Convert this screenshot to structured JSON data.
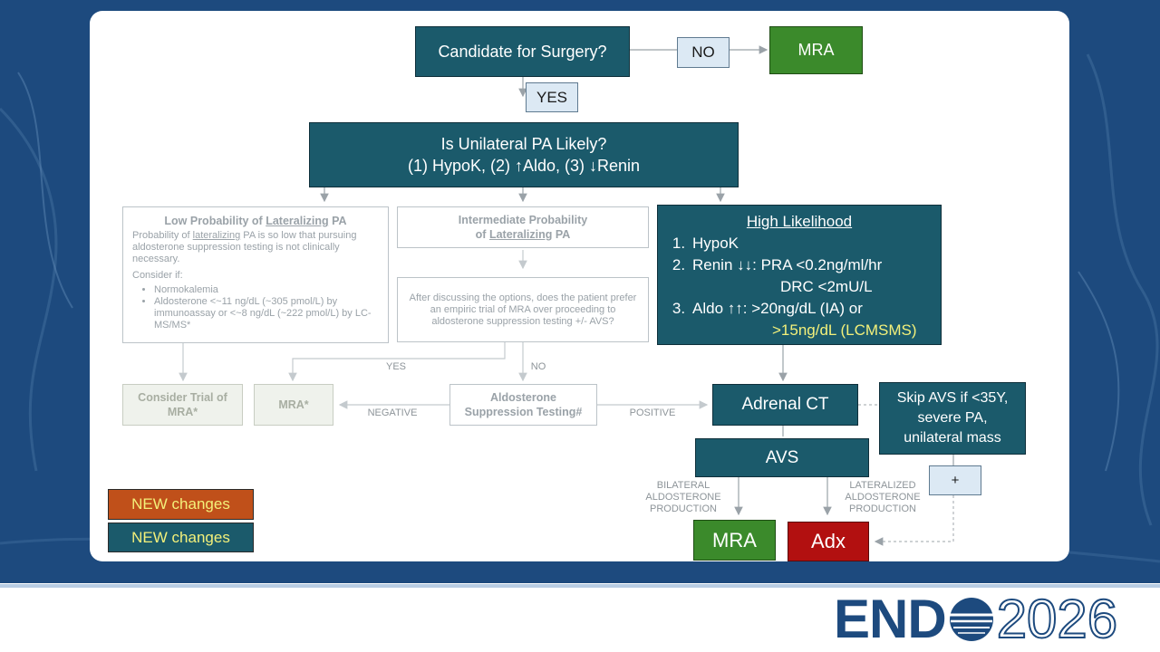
{
  "flow": {
    "candidate": "Candidate for Surgery?",
    "no": "NO",
    "mra_top": "MRA",
    "yes": "YES",
    "unilateral_title": "Is Unilateral PA Likely?",
    "unilateral_criteria": "(1) HypoK, (2) ↑Aldo, (3) ↓Renin",
    "low": {
      "title_a": "Low Probability of ",
      "title_u": "Lateralizing",
      "title_b": " PA",
      "text_a": "Probability of ",
      "text_u": "lateralizing",
      "text_b": " PA is so low that pursuing aldosterone suppression testing is not clinically necessary.",
      "consider": "Consider if:",
      "item1": "Normokalemia",
      "item2": "Aldosterone <~11 ng/dL (~305 pmol/L) by immunoassay or <~8 ng/dL (~222 pmol/L) by LC-MS/MS*"
    },
    "intermediate": {
      "title_a": "Intermediate Probability",
      "title_b": "of ",
      "title_u": "Lateralizing",
      "title_c": " PA",
      "question": "After discussing the options, does the patient prefer an empiric trial of MRA over proceeding to aldosterone suppression testing +/- AVS?"
    },
    "high": {
      "title": "High Likelihood",
      "item1": "HypoK",
      "item2_a": "Renin ↓↓: PRA <0.2ng/ml/hr",
      "item2_b": "DRC <2mU/L",
      "item3_a": "Aldo ↑↑: >20ng/dL (IA) or",
      "item3_b": ">15ng/dL (LCMSMS)"
    },
    "label_yes": "YES",
    "label_no": "NO",
    "consider_trial": "Consider Trial of MRA*",
    "mra_star": "MRA*",
    "label_negative": "NEGATIVE",
    "suppression": "Aldosterone Suppression Testing#",
    "label_positive": "POSITIVE",
    "adrenal_ct": "Adrenal CT",
    "skip_avs": "Skip AVS if <35Y, severe PA, unilateral mass",
    "avs": "AVS",
    "plus": "+",
    "bilateral": "BILATERAL ALDOSTERONE PRODUCTION",
    "lateralized": "LATERALIZED ALDOSTERONE PRODUCTION",
    "mra_bottom": "MRA",
    "adx": "Adx"
  },
  "legend": {
    "item1": "NEW changes",
    "item2": "NEW changes"
  },
  "logo": {
    "end": "END",
    "year": "2026"
  },
  "colors": {
    "teal": "#1b5a6b",
    "green": "#3b8a2b",
    "red": "#b21010",
    "orange": "#c0501a",
    "highlight_yellow": "#f3f07a",
    "brand_blue": "#1d4a7e"
  }
}
